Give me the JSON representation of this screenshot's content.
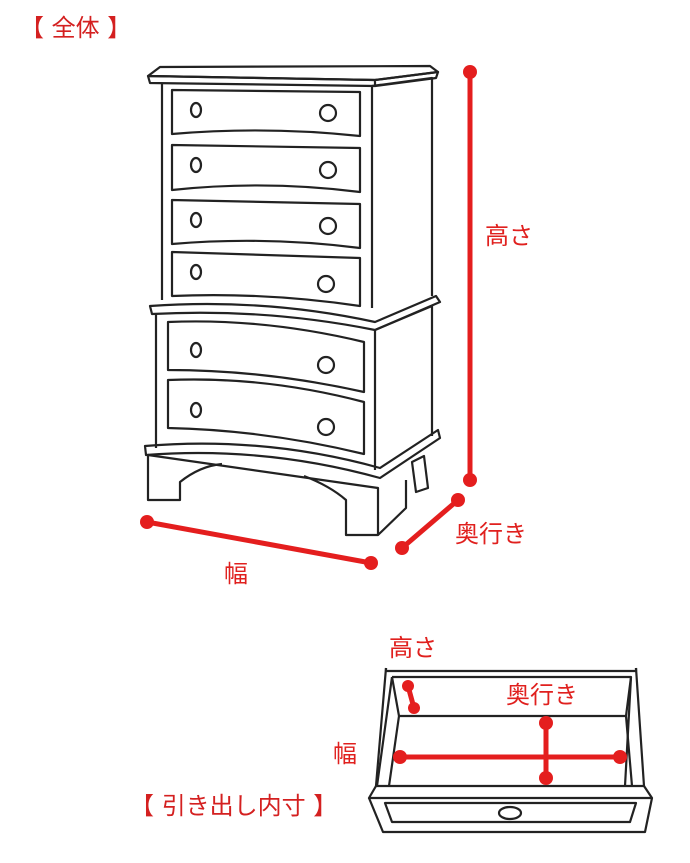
{
  "overall": {
    "title": "【 全体 】",
    "labels": {
      "height": "高さ",
      "depth": "奥行き",
      "width": "幅"
    }
  },
  "drawer": {
    "title": "【 引き出し内寸 】",
    "labels": {
      "height": "高さ",
      "depth": "奥行き",
      "width": "幅"
    }
  },
  "colors": {
    "accent": "#e41e1e",
    "line": "#222222"
  }
}
